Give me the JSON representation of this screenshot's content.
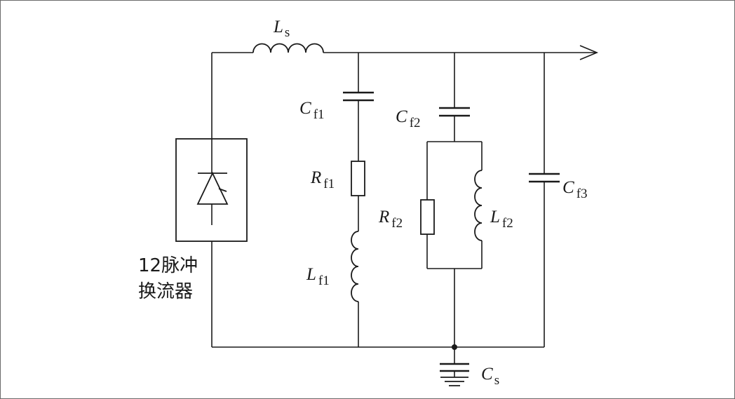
{
  "labels": {
    "Ls": {
      "symbol": "L",
      "sub": "s"
    },
    "Cf1": {
      "symbol": "C",
      "sub": "f1"
    },
    "Rf1": {
      "symbol": "R",
      "sub": "f1"
    },
    "Lf1": {
      "symbol": "L",
      "sub": "f1"
    },
    "Cf2": {
      "symbol": "C",
      "sub": "f2"
    },
    "Rf2": {
      "symbol": "R",
      "sub": "f2"
    },
    "Lf2": {
      "symbol": "L",
      "sub": "f2"
    },
    "Cf3": {
      "symbol": "C",
      "sub": "f3"
    },
    "Cs": {
      "symbol": "C",
      "sub": "s"
    }
  },
  "converter": {
    "line1": "12脉冲",
    "line2": "换流器"
  },
  "colors": {
    "stroke": "#1a1a1a",
    "background": "#ffffff",
    "frame": "#6a6a6a"
  }
}
